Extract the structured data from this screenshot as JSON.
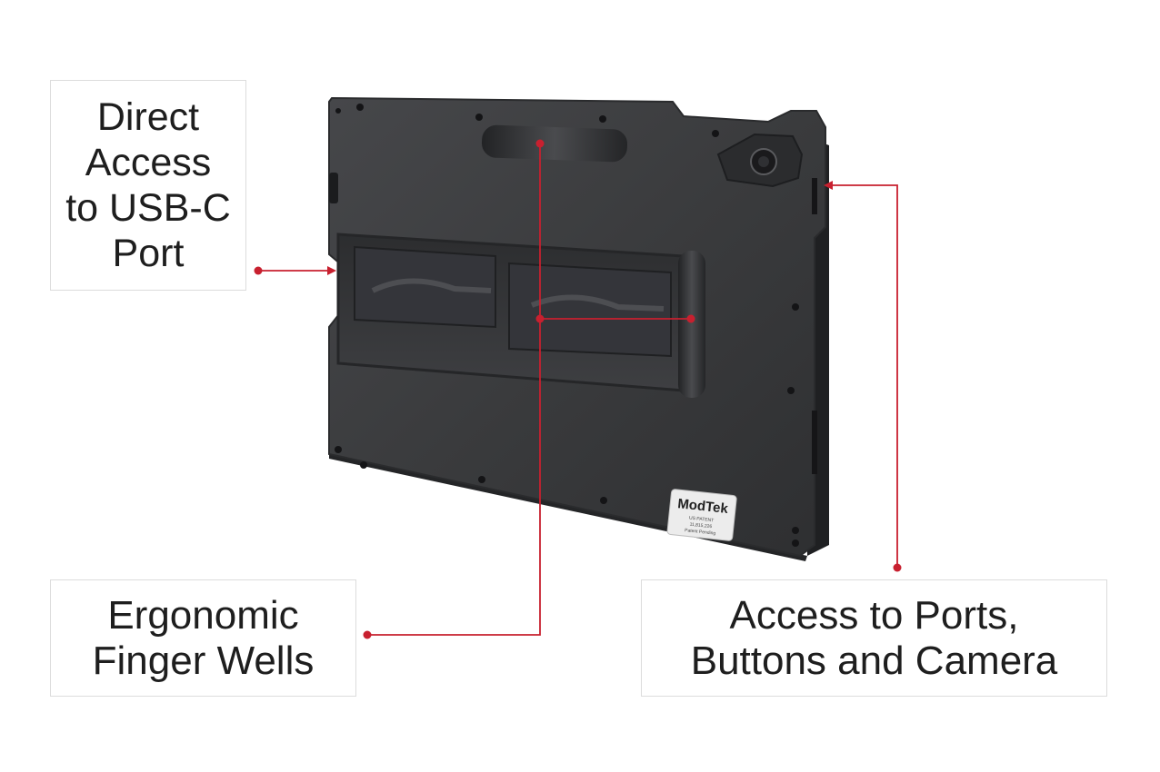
{
  "callouts": {
    "usb_port": "Direct\nAccess\nto USB-C\nPort",
    "finger_wells": "Ergonomic\nFinger Wells",
    "ports_buttons_camera": "Access to Ports,\nButtons and Camera"
  },
  "badge": {
    "brand": "ModTek",
    "line1": "US PATENT",
    "line2": "11,815,226",
    "line3": "Patent Pending"
  },
  "colors": {
    "annotation_red": "#c8202f",
    "case_body": "#3b3c3e",
    "callout_border": "#dcdcdc"
  }
}
